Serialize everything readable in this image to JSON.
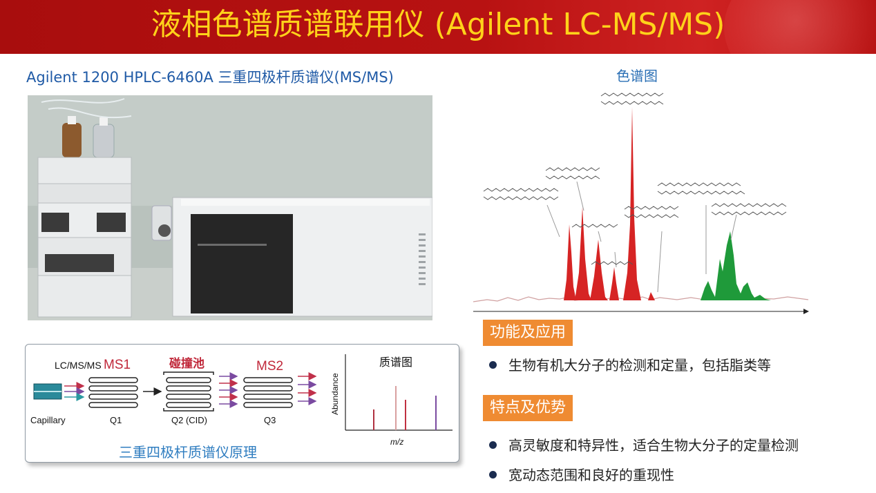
{
  "title": "液相色谱质谱联用仪 (Agilent LC-MS/MS)",
  "subtitle": "Agilent 1200 HPLC-6460A 三重四极杆质谱仪(MS/MS)",
  "principle": {
    "input_label": "LC/MS/MS",
    "ms1_label": "MS1",
    "collision_label": "碰撞池",
    "ms2_label": "MS2",
    "capillary_label": "Capillary",
    "q1_label": "Q1",
    "q2_label": "Q2 (CID)",
    "q3_label": "Q3",
    "spectrum_title": "质谱图",
    "y_axis_label": "Abundance",
    "x_axis_label": "m/z",
    "caption": "三重四极杆质谱仪原理"
  },
  "chromatogram": {
    "title": "色谱图"
  },
  "sections": [
    {
      "heading": "功能及应用",
      "bullets": [
        "生物有机大分子的检测和定量，包括脂类等"
      ]
    },
    {
      "heading": "特点及优势",
      "bullets": [
        "高灵敏度和特异性，适合生物大分子的定量检测",
        "宽动态范围和良好的重现性"
      ]
    }
  ],
  "colors": {
    "banner": "#b81212",
    "title": "#ffd21a",
    "accent_blue": "#1f5aa6",
    "section_heading": "#ef8b32",
    "peak_red": "#d62424",
    "peak_green": "#1f9a3a"
  }
}
